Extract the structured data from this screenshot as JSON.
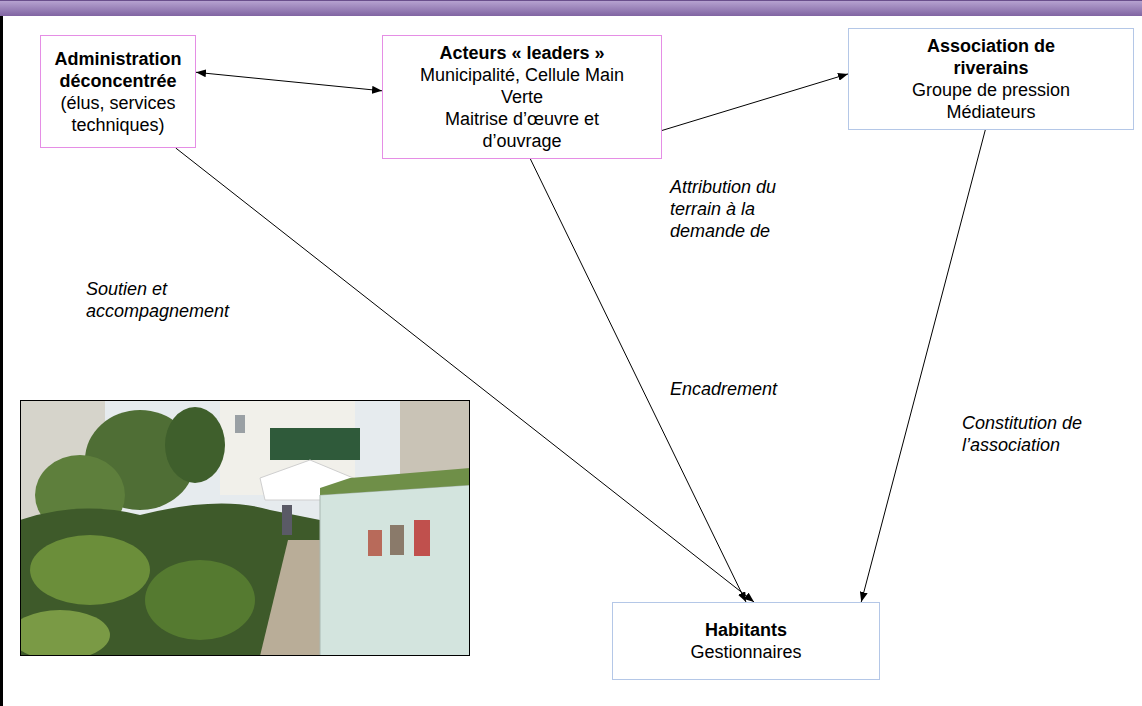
{
  "diagram": {
    "nodes": [
      {
        "text": [
          "Administration déconcentrée",
          "(élus, services techniques)"
        ]
      },
      {
        "text": [
          "Acteurs « leaders »",
          "Municipalité, Cellule Main Verte",
          "Maitrise d’œuvre et d’ouvrage"
        ]
      },
      {
        "text": [
          "Association de riverains",
          "Groupe de pression",
          "Médiateurs"
        ]
      },
      {
        "text": [
          "Habitants",
          "Gestionnaires"
        ]
      }
    ],
    "edges": [
      {
        "from": 0,
        "to": 1,
        "arrow": "both"
      },
      {
        "from": 1,
        "to": 2,
        "arrow": "to",
        "label": "Attribution du terrain à la demande de"
      },
      {
        "from": 0,
        "to": 3,
        "arrow": "to",
        "label": "Soutien et accompagnement"
      },
      {
        "from": 1,
        "to": 3,
        "arrow": "to",
        "label": "Encadrement"
      },
      {
        "from": 2,
        "to": 3,
        "arrow": "to",
        "label": "Constitution de l’association"
      }
    ]
  }
}
